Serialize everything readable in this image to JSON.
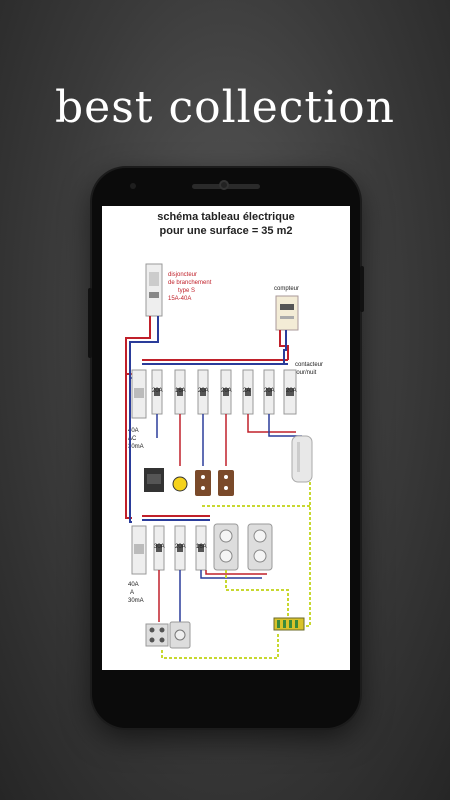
{
  "headline": "best collection",
  "diagram": {
    "title_line1": "schéma tableau électrique",
    "title_line2": "pour une surface = 35 m2",
    "disj_line1": "disjoncteur",
    "disj_line2": "de branchement",
    "disj_line3": "type S",
    "disj_line4": "15A-40A",
    "compteur": "compteur",
    "contacteur_line1": "contacteur",
    "contacteur_line2": "jour/nuit",
    "diff1_line1": "40A",
    "diff1_line2": "AC",
    "diff1_line3": "30mA",
    "diff2_line1": "40A",
    "diff2_line2": "A",
    "diff2_line3": "30mA",
    "row1_breakers": [
      "20A",
      "16A",
      "20A",
      "20A",
      "2A",
      "20A",
      "20A"
    ],
    "row2_breakers": [
      "30A",
      "20A",
      "16A"
    ]
  },
  "colors": {
    "phase": "#c0202a",
    "neutral": "#2a3c9a",
    "earth": "#c8d830",
    "background": "#3a3a3a"
  }
}
